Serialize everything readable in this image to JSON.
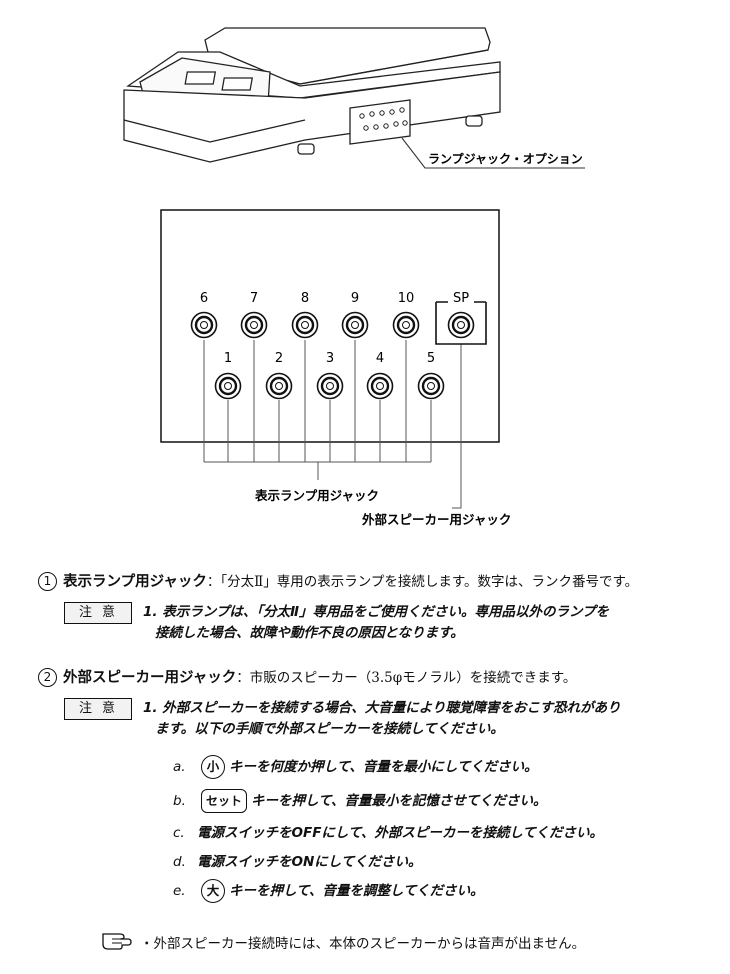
{
  "diagram": {
    "callout_option": "ランプジャック・オプション",
    "jack_numbers_top": [
      "6",
      "7",
      "8",
      "9",
      "10"
    ],
    "sp_label": "SP",
    "jack_numbers_bottom": [
      "1",
      "2",
      "3",
      "4",
      "5"
    ],
    "label_display_lamp": "表示ランプ用ジャック",
    "label_speaker": "外部スピーカー用ジャック"
  },
  "section1": {
    "number": "1",
    "label": "表示ランプ用ジャック",
    "desc": "：「分太Ⅱ」専用の表示ランプを接続します。数字は、ランク番号です。",
    "notice": "注意",
    "note_lines": [
      "1. 表示ランプは、「分太Ⅱ」専用品をご使用ください。専用品以外のランプを",
      "接続した場合、故障や動作不良の原因となります。"
    ]
  },
  "section2": {
    "number": "2",
    "label": "外部スピーカー用ジャック",
    "desc": "：市販のスピーカー（3.5φモノラル）を接続できます。",
    "notice": "注意",
    "note_lines": [
      "1. 外部スピーカーを接続する場合、大音量により聴覚障害をおこす恐れがあり",
      "ます。以下の手順で外部スピーカーを接続してください。"
    ],
    "steps": [
      {
        "letter": "a.",
        "key": "小",
        "text": "キーを何度か押して、音量を最小にしてください。"
      },
      {
        "letter": "b.",
        "key": "セット",
        "text": "キーを押して、音量最小を記憶させてください。"
      },
      {
        "letter": "c.",
        "key": "",
        "text": "電源スイッチをOFFにして、外部スピーカーを接続してください。"
      },
      {
        "letter": "d.",
        "key": "",
        "text": "電源スイッチをONにしてください。"
      },
      {
        "letter": "e.",
        "key": "大",
        "text": "キーを押して、音量を調整してください。"
      }
    ]
  },
  "memo": "・外部スピーカー接続時には、本体のスピーカーからは音声が出ません。"
}
